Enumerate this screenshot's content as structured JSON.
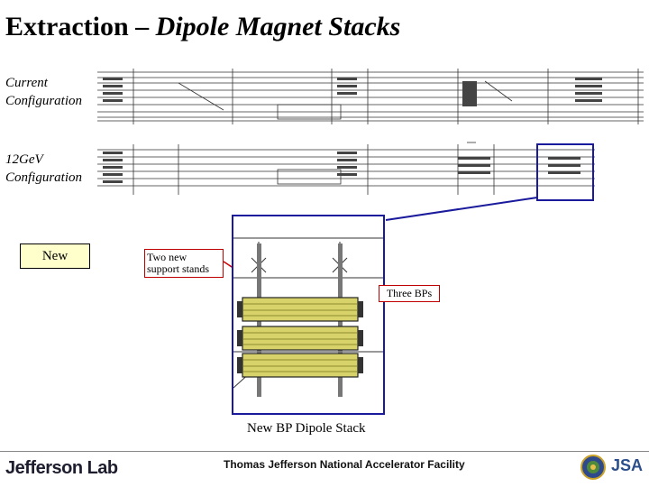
{
  "title": {
    "main": "Extraction",
    "dash": " – ",
    "sub": "Dipole Magnet Stacks"
  },
  "current_config": {
    "line1": "Current",
    "line2": "Configuration"
  },
  "new_config": {
    "line1": "12GeV",
    "line2": "Configuration"
  },
  "labels": {
    "new": "New",
    "support_stands": "Two new support stands",
    "three_bps": "Three BPs",
    "stack_caption": "New BP Dipole Stack"
  },
  "footer": {
    "logo": "Jefferson Lab",
    "facility": "Thomas Jefferson National Accelerator Facility",
    "jsa": "JSA"
  },
  "colors": {
    "highlight_blue": "#1a1a9c",
    "callout_red": "#cc0000",
    "magnet_yellow": "#d8d26a"
  }
}
